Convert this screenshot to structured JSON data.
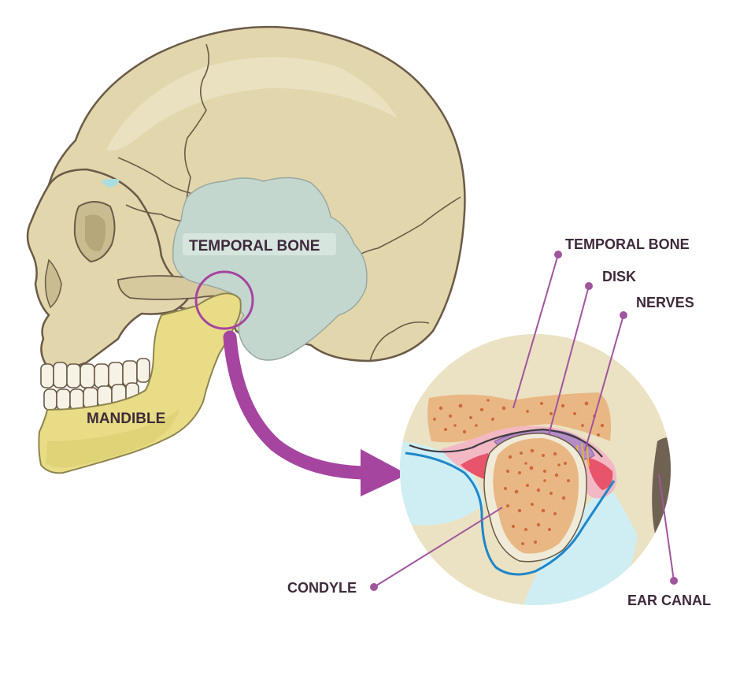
{
  "labels": {
    "skull_temporal_bone": "TEMPORAL BONE",
    "mandible": "MANDIBLE",
    "inset_temporal_bone": "TEMPORAL BONE",
    "disk": "DISK",
    "nerves": "NERVES",
    "condyle": "CONDYLE",
    "ear_canal": "EAR CANAL"
  },
  "colors": {
    "skull_bone": "#e2d6ad",
    "skull_outline": "#6b5a47",
    "temporal_bone": "#c4d7cf",
    "mandible": "#e8dd86",
    "accent_purple": "#a545a0",
    "leader_line": "#a0559d",
    "cartilage_pink": "#f2b9c4",
    "tissue_red": "#e8546a",
    "disk_purple": "#b48cc8",
    "marrow": "#e9b784",
    "marrow_dots": "#cf6a3a",
    "soft_blue": "#cfeef4",
    "outline_blue": "#1f86c9",
    "ear_canal": "#6f6252",
    "label_text": "#3e2a3b"
  }
}
